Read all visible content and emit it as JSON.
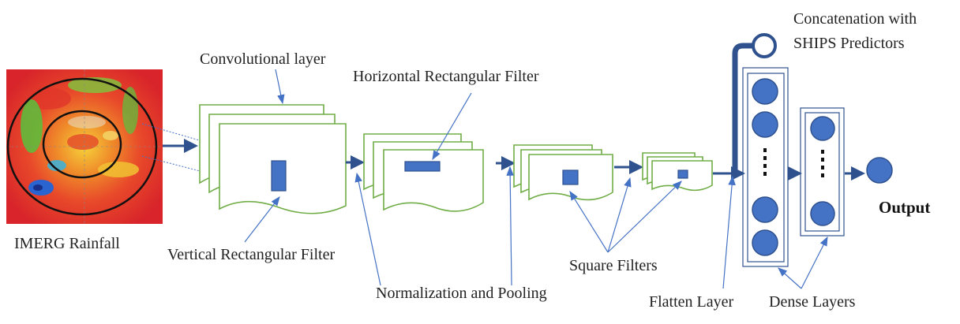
{
  "labels": {
    "concatenation_line1": "Concatenation with",
    "concatenation_line2": "SHIPS Predictors",
    "convolutional_layer": "Convolutional layer",
    "horizontal_filter": "Horizontal Rectangular Filter",
    "input": "IMERG Rainfall",
    "vertical_filter": "Vertical Rectangular Filter",
    "normalization_pooling": "Normalization and Pooling",
    "square_filters": "Square Filters",
    "flatten_layer": "Flatten Layer",
    "dense_layers": "Dense Layers",
    "output": "Output"
  },
  "colors": {
    "filter_blue": "#4472c4",
    "arrow_blue": "#2f528f",
    "sheet_green": "#70ad47"
  }
}
